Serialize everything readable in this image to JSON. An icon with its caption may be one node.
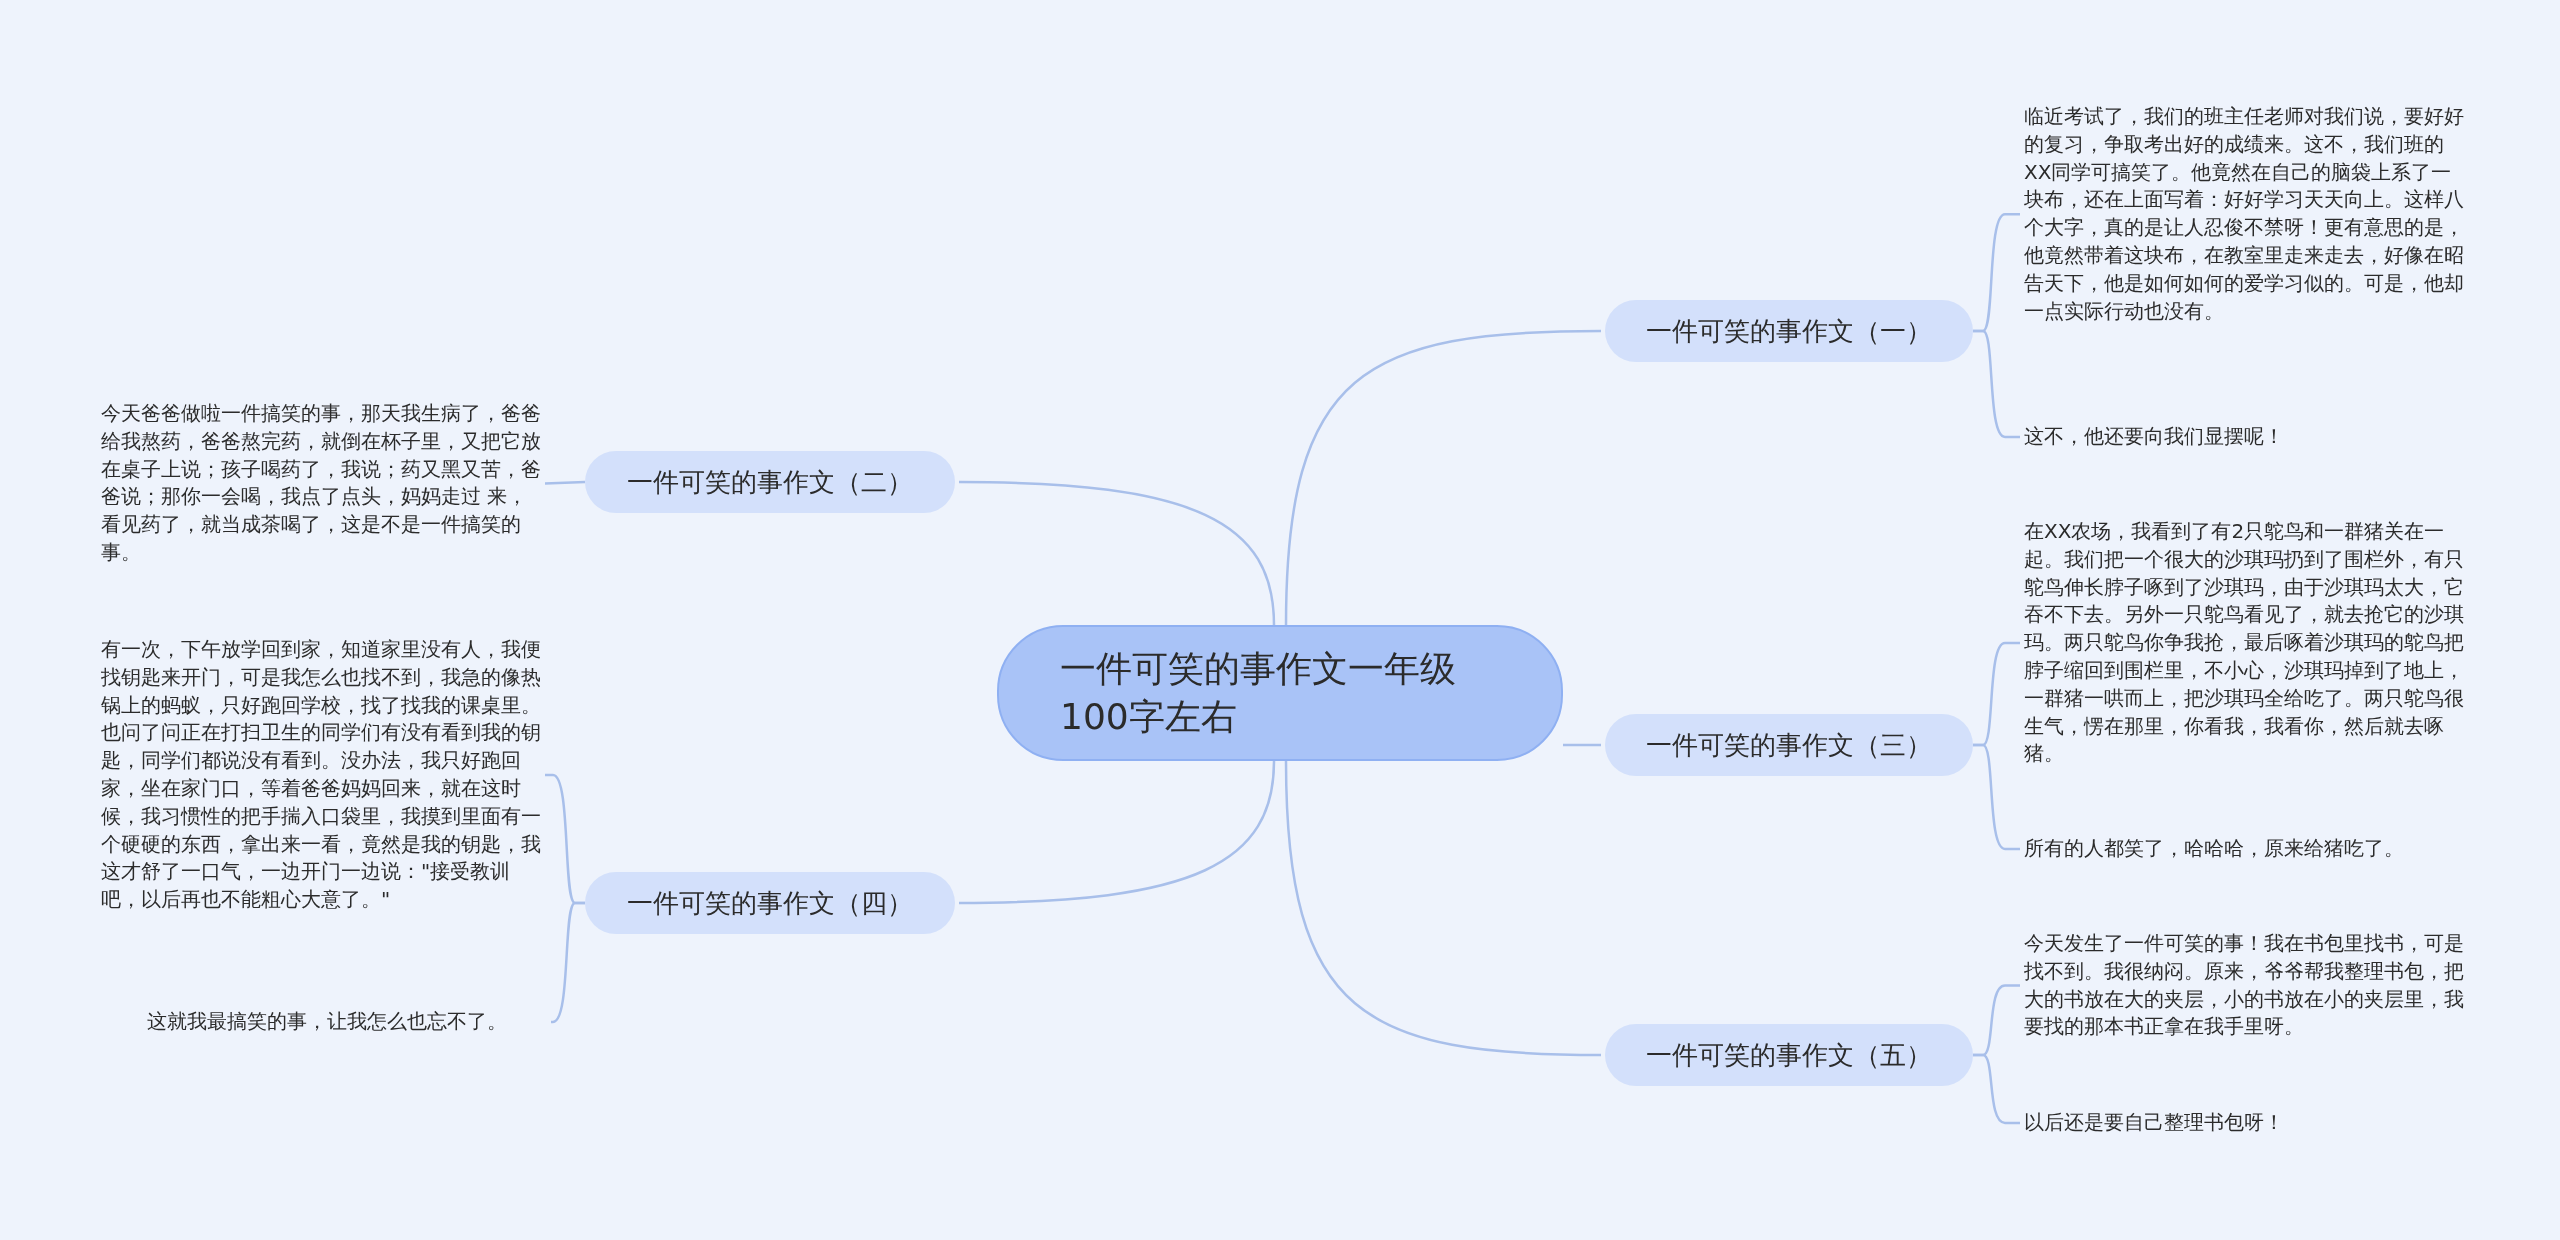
{
  "diagram": {
    "nodes": [
      {
        "text": [
          "一件可笑的事作文一年级100字左右"
        ]
      },
      {
        "text": [
          "一件可笑的事作文（一）"
        ]
      },
      {
        "text": [
          "临近考试了，我们的班主任老师对我们说，要好好的复习，争取考出好的成绩来。这不，我们班的XX同学可搞笑了。他竟然在自己的脑袋上系了一块布，还在上面写着：好好学习天天向上。这样八个大字，真的是让人忍俊不禁呀！更有意思的是，他竟然带着这块布，在教室里走来走去，好像在昭告天下，他是如何如何的爱学习似的。可是，他却一点实际行动也没有。"
        ]
      },
      {
        "text": [
          "这不，他还要向我们显摆呢！"
        ]
      },
      {
        "text": [
          "一件可笑的事作文（二）"
        ]
      },
      {
        "text": [
          "今天爸爸做啦一件搞笑的事，那天我生病了，爸爸给我熬药，爸爸熬完药，就倒在杯子里，又把它放在桌子上说；孩子喝药了，我说；药又黑又苦，爸爸说；那你一会喝，我点了点头，妈妈走过 来，看见药了，就当成茶喝了，这是不是一件搞笑的事。"
        ]
      },
      {
        "text": [
          "一件可笑的事作文（三）"
        ]
      },
      {
        "text": [
          "在XX农场，我看到了有2只鸵鸟和一群猪关在一起。我们把一个很大的沙琪玛扔到了围栏外，有只鸵鸟伸长脖子啄到了沙琪玛，由于沙琪玛太大，它吞不下去。另外一只鸵鸟看见了，就去抢它的沙琪玛。两只鸵鸟你争我抢，最后啄着沙琪玛的鸵鸟把脖子缩回到围栏里，不小心，沙琪玛掉到了地上，一群猪一哄而上，把沙琪玛全给吃了。两只鸵鸟很生气，愣在那里，你看我，我看你，然后就去啄猪。"
        ]
      },
      {
        "text": [
          "所有的人都笑了，哈哈哈，原来给猪吃了。"
        ]
      },
      {
        "text": [
          "一件可笑的事作文（四）"
        ]
      },
      {
        "text": [
          "有一次，下午放学回到家，知道家里没有人，我便找钥匙来开门，可是我怎么也找不到，我急的像热锅上的蚂蚁，只好跑回学校，找了找我的课桌里。也问了问正在打扫卫生的同学们有没有看到我的钥匙，同学们都说没有看到。没办法，我只好跑回家，坐在家门口，等着爸爸妈妈回来，就在这时候，我习惯性的把手揣入口袋里，我摸到里面有一个硬硬的东西，拿出来一看，竟然是我的钥匙，我这才舒了一口气，一边开门一边说：\"接受教训吧，以后再也不能粗心大意了。\""
        ]
      },
      {
        "text": [
          "这就我最搞笑的事，让我怎么也忘不了。"
        ]
      },
      {
        "text": [
          "一件可笑的事作文（五）"
        ]
      },
      {
        "text": [
          "今天发生了一件可笑的事！我在书包里找书，可是找不到。我很纳闷。原来，爷爷帮我整理书包，把大的书放在大的夹层，小的书放在小的夹层里，我要找的那本书正拿在我手里呀。"
        ]
      },
      {
        "text": [
          "以后还是要自己整理书包呀！"
        ]
      }
    ],
    "edges": [
      {
        "from": 0,
        "to": 1,
        "arrow": "none"
      },
      {
        "from": 1,
        "to": 2,
        "arrow": "none"
      },
      {
        "from": 1,
        "to": 3,
        "arrow": "none"
      },
      {
        "from": 0,
        "to": 4,
        "arrow": "none"
      },
      {
        "from": 4,
        "to": 5,
        "arrow": "none"
      },
      {
        "from": 0,
        "to": 6,
        "arrow": "none"
      },
      {
        "from": 6,
        "to": 7,
        "arrow": "none"
      },
      {
        "from": 6,
        "to": 8,
        "arrow": "none"
      },
      {
        "from": 0,
        "to": 9,
        "arrow": "none"
      },
      {
        "from": 9,
        "to": 10,
        "arrow": "none"
      },
      {
        "from": 9,
        "to": 11,
        "arrow": "none"
      },
      {
        "from": 0,
        "to": 12,
        "arrow": "none"
      },
      {
        "from": 12,
        "to": 13,
        "arrow": "none"
      },
      {
        "from": 12,
        "to": 14,
        "arrow": "none"
      }
    ]
  }
}
